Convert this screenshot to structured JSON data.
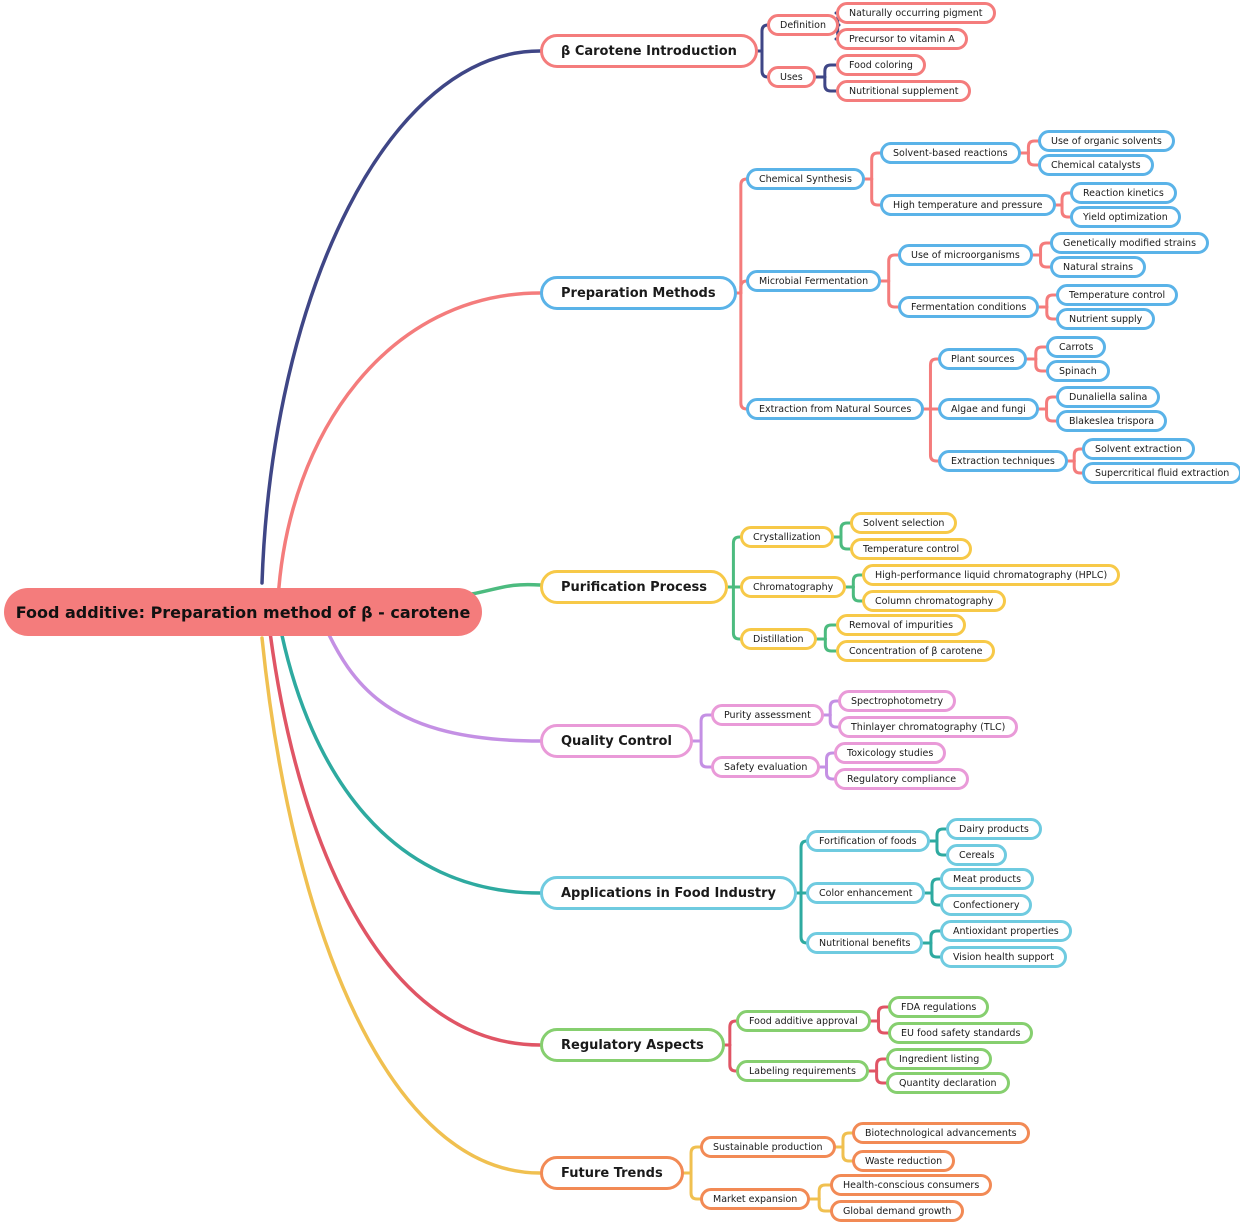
{
  "root": {
    "label": "Food additive: Preparation method of β - carotene",
    "color": "#f47c7c"
  },
  "branches": [
    {
      "label": "β Carotene Introduction",
      "line": "#3f4686",
      "border": "#f47c7c",
      "sub_line": "#3f4686",
      "children": [
        {
          "label": "Definition",
          "children": [
            "Naturally occurring pigment",
            "Precursor to vitamin A"
          ]
        },
        {
          "label": "Uses",
          "children": [
            "Food coloring",
            "Nutritional supplement"
          ]
        }
      ]
    },
    {
      "label": "Preparation Methods",
      "line": "#f47c7c",
      "border": "#5ab3e8",
      "sub_line": "#f47c7c",
      "children": [
        {
          "label": "Chemical Synthesis",
          "children": [
            {
              "label": "Solvent-based reactions",
              "children": [
                "Use of organic solvents",
                "Chemical catalysts"
              ]
            },
            {
              "label": "High temperature and pressure",
              "children": [
                "Reaction kinetics",
                "Yield optimization"
              ]
            }
          ]
        },
        {
          "label": "Microbial Fermentation",
          "children": [
            {
              "label": "Use of microorganisms",
              "children": [
                "Genetically modified strains",
                "Natural strains"
              ]
            },
            {
              "label": "Fermentation conditions",
              "children": [
                "Temperature control",
                "Nutrient supply"
              ]
            }
          ]
        },
        {
          "label": "Extraction from Natural Sources",
          "children": [
            {
              "label": "Plant sources",
              "children": [
                "Carrots",
                "Spinach"
              ]
            },
            {
              "label": "Algae and fungi",
              "children": [
                "Dunaliella salina",
                "Blakeslea trispora"
              ]
            },
            {
              "label": "Extraction techniques",
              "children": [
                "Solvent extraction",
                "Supercritical fluid extraction"
              ]
            }
          ]
        }
      ]
    },
    {
      "label": "Purification Process",
      "line": "#4cbb7f",
      "border": "#f7c948",
      "sub_line": "#4cbb7f",
      "children": [
        {
          "label": "Crystallization",
          "children": [
            "Solvent selection",
            "Temperature control"
          ]
        },
        {
          "label": "Chromatography",
          "children": [
            "High-performance liquid chromatography (HPLC)",
            "Column chromatography"
          ]
        },
        {
          "label": "Distillation",
          "children": [
            "Removal of impurities",
            "Concentration of β carotene"
          ]
        }
      ]
    },
    {
      "label": "Quality Control",
      "line": "#c490e4",
      "border": "#e99ad8",
      "sub_line": "#c490e4",
      "children": [
        {
          "label": "Purity assessment",
          "children": [
            "Spectrophotometry",
            "Thinlayer chromatography (TLC)"
          ]
        },
        {
          "label": "Safety evaluation",
          "children": [
            "Toxicology studies",
            "Regulatory compliance"
          ]
        }
      ]
    },
    {
      "label": "Applications in Food Industry",
      "line": "#2eaaa0",
      "border": "#6fcbe0",
      "sub_line": "#2eaaa0",
      "children": [
        {
          "label": "Fortification of foods",
          "children": [
            "Dairy products",
            "Cereals"
          ]
        },
        {
          "label": "Color enhancement",
          "children": [
            "Meat products",
            "Confectionery"
          ]
        },
        {
          "label": "Nutritional benefits",
          "children": [
            "Antioxidant properties",
            "Vision health support"
          ]
        }
      ]
    },
    {
      "label": "Regulatory Aspects",
      "line": "#e05565",
      "border": "#86cf6f",
      "sub_line": "#e05565",
      "children": [
        {
          "label": "Food additive approval",
          "children": [
            "FDA regulations",
            "EU food safety standards"
          ]
        },
        {
          "label": "Labeling requirements",
          "children": [
            "Ingredient listing",
            "Quantity declaration"
          ]
        }
      ]
    },
    {
      "label": "Future Trends",
      "line": "#f0c050",
      "border": "#f28a55",
      "sub_line": "#f0c050",
      "children": [
        {
          "label": "Sustainable production",
          "children": [
            "Biotechnological advancements",
            "Waste reduction"
          ]
        },
        {
          "label": "Market expansion",
          "children": [
            "Health-conscious consumers",
            "Global demand growth"
          ]
        }
      ]
    }
  ]
}
